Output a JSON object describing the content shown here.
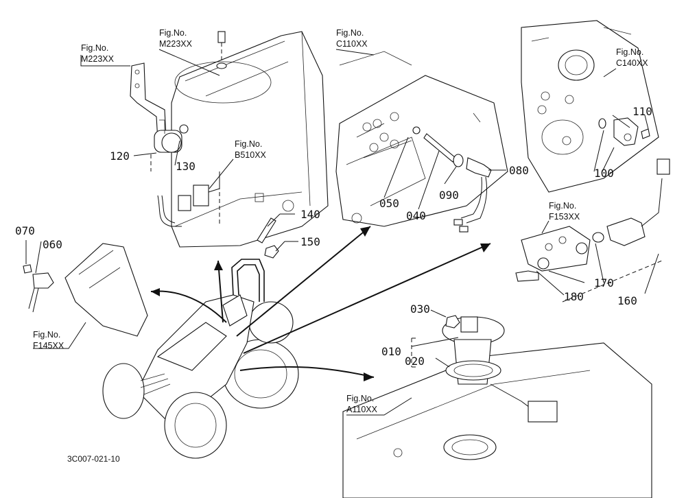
{
  "diagram_code": "3C007-021-10",
  "fig_refs": [
    {
      "no_label": "Fig.No.",
      "code": "M223XX"
    },
    {
      "no_label": "Fig.No.",
      "code": "M223XX"
    },
    {
      "no_label": "Fig.No.",
      "code": "C110XX"
    },
    {
      "no_label": "Fig.No.",
      "code": "C140XX"
    },
    {
      "no_label": "Fig.No.",
      "code": "B510XX"
    },
    {
      "no_label": "Fig.No.",
      "code": "F153XX"
    },
    {
      "no_label": "Fig.No.",
      "code": "F145XX"
    },
    {
      "no_label": "Fig.No.",
      "code": "A110XX"
    }
  ],
  "parts": [
    "010",
    "020",
    "030",
    "040",
    "050",
    "060",
    "070",
    "080",
    "090",
    "100",
    "110",
    "120",
    "130",
    "140",
    "150",
    "160",
    "170",
    "180"
  ]
}
